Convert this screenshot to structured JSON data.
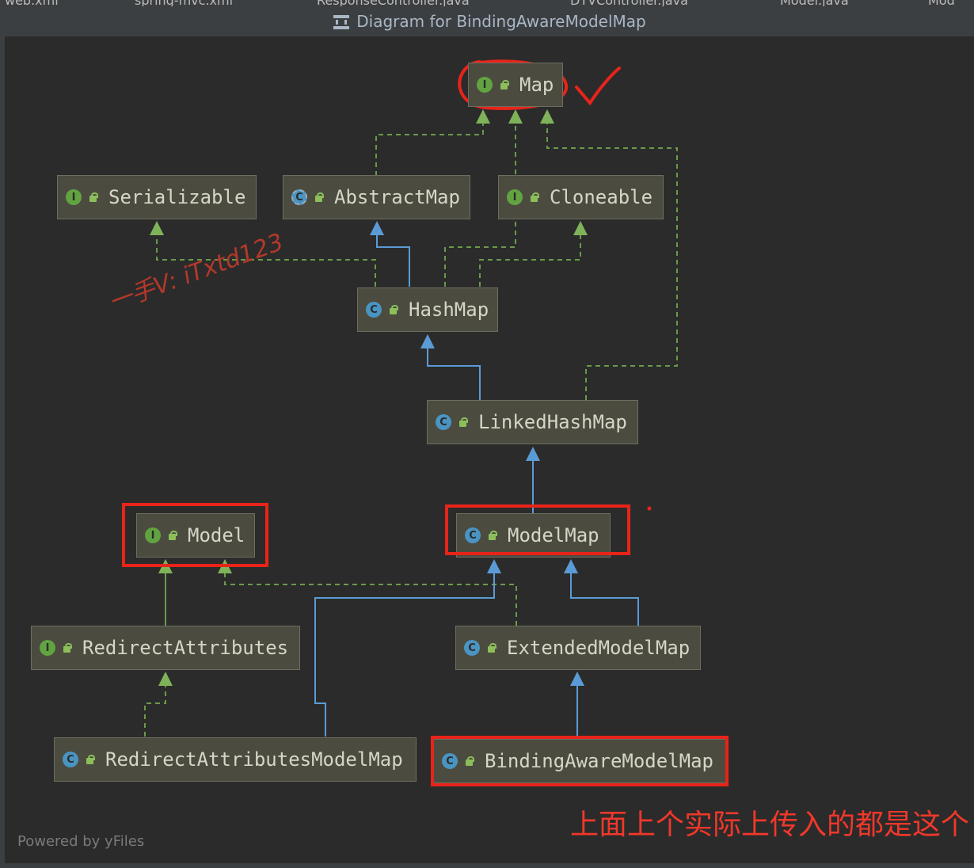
{
  "window": {
    "title": "Diagram for BindingAwareModelMap",
    "tabs": [
      "web.xml",
      "spring-mvc.xml",
      "ResponseController.java",
      "DTVController.java",
      "Model.java",
      "Mod"
    ]
  },
  "nodes": {
    "map": {
      "label": "Map",
      "kind": "I"
    },
    "serializable": {
      "label": "Serializable",
      "kind": "I"
    },
    "abstract_map": {
      "label": "AbstractMap",
      "kind": "C"
    },
    "cloneable": {
      "label": "Cloneable",
      "kind": "I"
    },
    "hash_map": {
      "label": "HashMap",
      "kind": "C"
    },
    "linked_hash_map": {
      "label": "LinkedHashMap",
      "kind": "C"
    },
    "model": {
      "label": "Model",
      "kind": "I"
    },
    "model_map": {
      "label": "ModelMap",
      "kind": "C"
    },
    "redirect_attributes": {
      "label": "RedirectAttributes",
      "kind": "I"
    },
    "extended_model_map": {
      "label": "ExtendedModelMap",
      "kind": "C"
    },
    "redirect_attributes_model_map": {
      "label": "RedirectAttributesModelMap",
      "kind": "C"
    },
    "binding_aware_model_map": {
      "label": "BindingAwareModelMap",
      "kind": "C"
    }
  },
  "annotations": {
    "watermark": "一手V: iTxtd123",
    "note": "上面上个实际上传入的都是这个"
  },
  "footer": {
    "powered_by": "Powered by yFiles"
  },
  "colors": {
    "background": "#2b2b2b",
    "node_fill": "#4b4b40",
    "extends_line": "#5b9bd5",
    "implements_line": "#6a9a4a",
    "highlight": "#e8241a"
  }
}
